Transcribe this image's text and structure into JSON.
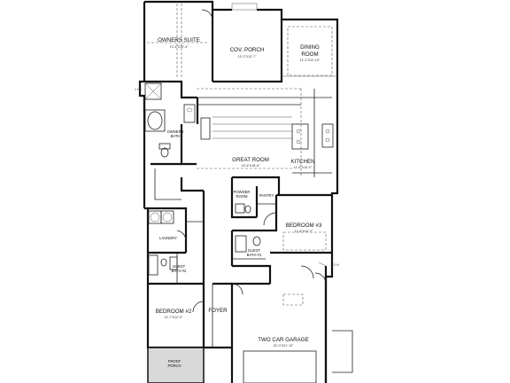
{
  "rooms": {
    "owners_suite": {
      "name": "OWNERS SUITE",
      "dims": "13'-4\"X15'-4\""
    },
    "cov_porch": {
      "name": "COV. PORCH",
      "dims": "13'-2\"X12'-7\""
    },
    "dining_room": {
      "name": "DINING",
      "name2": "ROOM",
      "dims": "11'-2\"X12'-10\""
    },
    "owners_bath": {
      "name": "OWNERS",
      "name2": "BATH"
    },
    "great_room": {
      "name": "GREAT ROOM",
      "dims": "15'-6\"X18'-6\""
    },
    "kitchen": {
      "name": "KITCHEN",
      "dims": "11'-6\"X16'-0\""
    },
    "powder_room": {
      "name": "POWDER",
      "name2": "ROOM"
    },
    "pantry": {
      "name": "PANTRY"
    },
    "bedroom3": {
      "name": "BEDROOM #3",
      "dims": "11'-8\"X10'-2\""
    },
    "laundry": {
      "name": "LAUNDRY"
    },
    "guest_bath_right": {
      "name": "GUEST",
      "name2": "BATH #1"
    },
    "guest_bath_left": {
      "name": "GUEST",
      "name2": "BATH #2"
    },
    "bedroom2": {
      "name": "BEDROOM #2",
      "dims": "11'-7\"X12'-0\""
    },
    "foyer": {
      "name": "FOYER"
    },
    "garage": {
      "name": "TWO CAR GARAGE",
      "dims": "20'-0\"X21'-10\""
    },
    "front_porch": {
      "name": "FRONT",
      "name2": "PORCH"
    }
  },
  "marks": {
    "left": "1 HC",
    "right": "2 H"
  }
}
